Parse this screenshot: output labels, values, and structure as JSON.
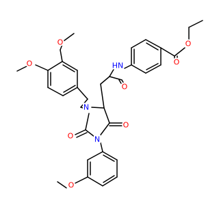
{
  "molecule": {
    "colors": {
      "bond": "#000000",
      "oxygen": "#ff0000",
      "nitrogen": "#0000ff",
      "background": "#ffffff"
    },
    "atom_labels": {
      "o_ome_top": "O",
      "o_ome_left": "O",
      "o_ester_carbonyl": "O",
      "o_ester_ether": "O",
      "nh_amide": "HN",
      "o_amide": "O",
      "n1_ring": "N",
      "n3_ring": "N",
      "o_c2": "O",
      "o_c4": "O",
      "o_ome_bottom": "O"
    }
  }
}
